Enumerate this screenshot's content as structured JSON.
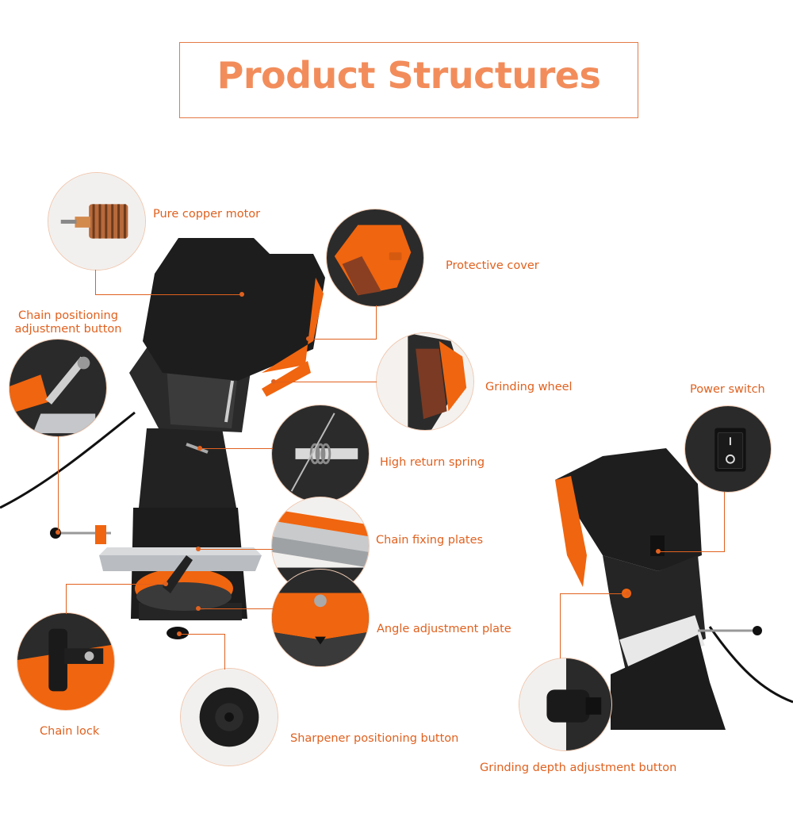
{
  "header": {
    "title": "Product Structures"
  },
  "colors": {
    "accent": "#e0611f",
    "title": "#f28d5b",
    "machine_body": "#1f1f1f",
    "machine_orange": "#f0650f"
  },
  "labels": {
    "motor": "Pure copper motor",
    "cover": "Protective cover",
    "chain_pos_line1": "Chain positioning",
    "chain_pos_line2": "adjustment button",
    "wheel": "Grinding wheel",
    "power": "Power switch",
    "spring": "High return spring",
    "plates": "Chain fixing plates",
    "angle": "Angle adjustment plate",
    "chain_lock": "Chain lock",
    "sharp_pos": "Sharpener positioning button",
    "depth": "Grinding depth adjustment button"
  }
}
